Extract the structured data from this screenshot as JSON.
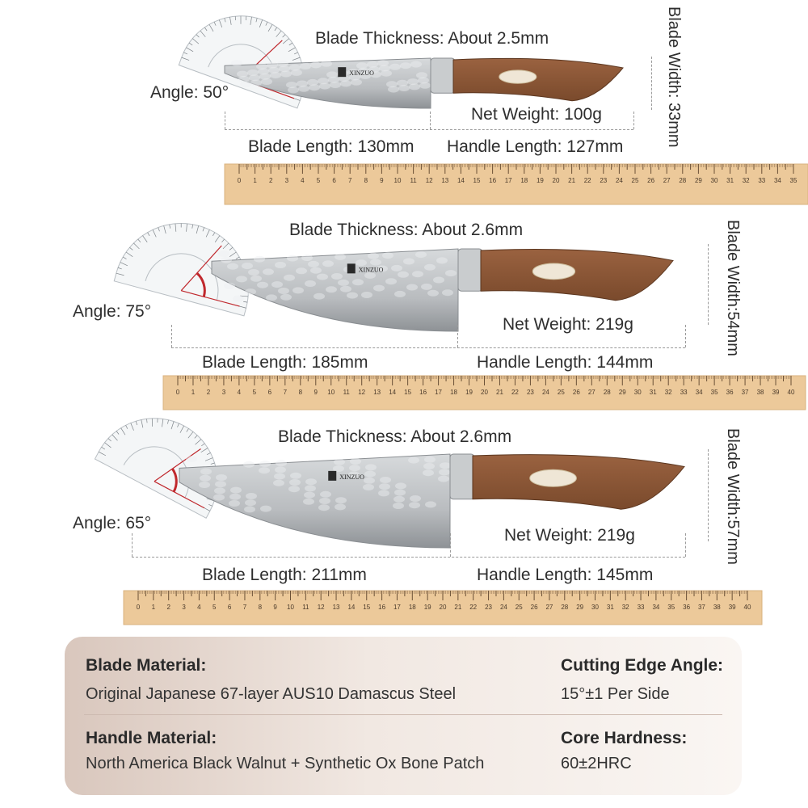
{
  "knives": [
    {
      "thickness": "Blade Thickness: About 2.5mm",
      "angle": "Angle: 50°",
      "weight": "Net Weight: 100g",
      "blade_length": "Blade Length: 130mm",
      "handle_length": "Handle Length: 127mm",
      "blade_width": "Blade Width: 33mm",
      "brand": "XINZUO",
      "ruler_max": 35
    },
    {
      "thickness": "Blade Thickness: About 2.6mm",
      "angle": "Angle: 75°",
      "weight": "Net Weight: 219g",
      "blade_length": "Blade Length: 185mm",
      "handle_length": "Handle Length: 144mm",
      "blade_width": "Blade Width:54mm",
      "brand": "XINZUO",
      "ruler_max": 40
    },
    {
      "thickness": "Blade Thickness: About 2.6mm",
      "angle": "Angle: 65°",
      "weight": "Net Weight: 219g",
      "blade_length": "Blade Length: 211mm",
      "handle_length": "Handle Length: 145mm",
      "blade_width": "Blade Width:57mm",
      "brand": "XINZUO",
      "ruler_max": 40
    }
  ],
  "specs": {
    "blade_material_label": "Blade Material:",
    "blade_material_value": "Original Japanese 67-layer AUS10 Damascus Steel",
    "edge_angle_label": "Cutting Edge Angle:",
    "edge_angle_value": "15°±1 Per Side",
    "handle_material_label": "Handle Material:",
    "handle_material_value": "North America Black Walnut + Synthetic Ox Bone Patch",
    "hardness_label": "Core Hardness:",
    "hardness_value": "60±2HRC"
  },
  "colors": {
    "ruler": "#ecc99a",
    "handle": "#7a4a2c",
    "blade": "#b9bcbf",
    "protractor_red": "#c0282d"
  }
}
